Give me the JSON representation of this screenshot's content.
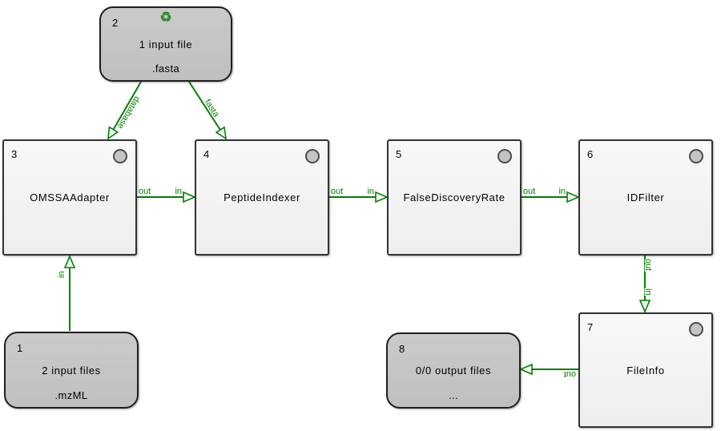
{
  "app": {
    "view": "workflow-canvas"
  },
  "colors": {
    "edge_green": "#008000",
    "recycle_green": "#2e8b2e",
    "tool_node_fill": "#f4f4f4",
    "io_node_fill": "#c4c4c4",
    "node_border": "#333333",
    "status_circle_fill": "#c4c4c4",
    "canvas_background": "#ffffff"
  },
  "icons": {
    "recycle": "♻"
  },
  "nodes": [
    {
      "id": "input-fasta",
      "type": "input",
      "number": "2",
      "title": "1 input file",
      "extension": ".fasta"
    },
    {
      "id": "omssa-adapter",
      "type": "tool",
      "number": "3",
      "title": "OMSSAAdapter"
    },
    {
      "id": "peptide-indexer",
      "type": "tool",
      "number": "4",
      "title": "PeptideIndexer"
    },
    {
      "id": "false-discovery-rate",
      "type": "tool",
      "number": "5",
      "title": "FalseDiscoveryRate"
    },
    {
      "id": "id-filter",
      "type": "tool",
      "number": "6",
      "title": "IDFilter"
    },
    {
      "id": "input-mzml",
      "type": "input",
      "number": "1",
      "title": "2 input files",
      "extension": ".mzML"
    },
    {
      "id": "file-info",
      "type": "tool",
      "number": "7",
      "title": "FileInfo"
    },
    {
      "id": "output-files",
      "type": "output",
      "number": "8",
      "title": "0/0 output files",
      "extension": "..."
    }
  ],
  "edge_labels": {
    "out": "out",
    "in": "in",
    "database": "database",
    "fasta": "fasta"
  }
}
